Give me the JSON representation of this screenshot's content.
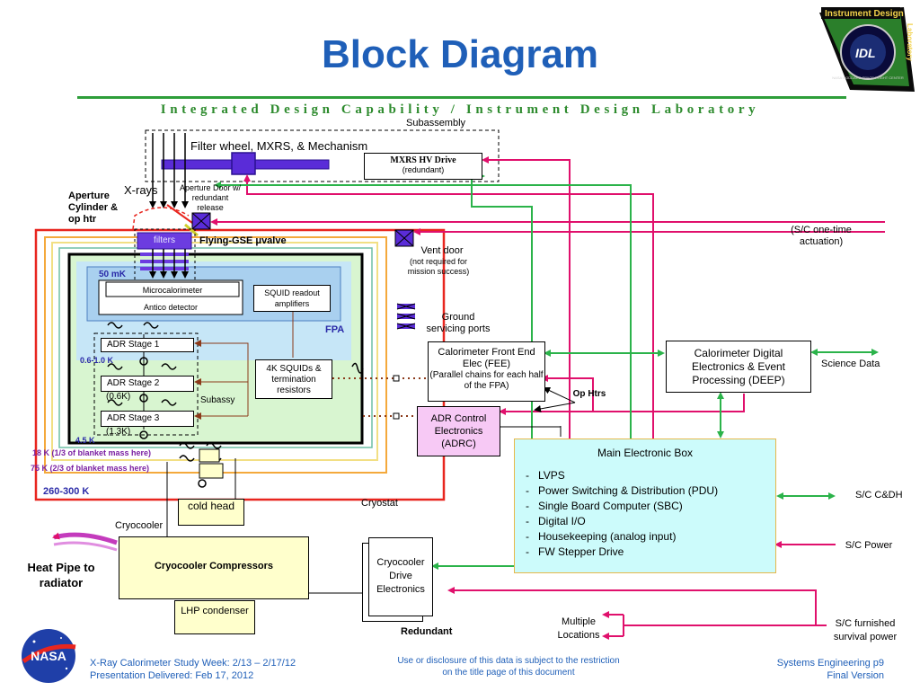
{
  "header": {
    "title": "Block Diagram",
    "subtitle": "Integrated Design Capability / Instrument Design Laboratory",
    "idl_logo": {
      "top": "Instrument Design",
      "right": "Laboratory",
      "center": "IDL",
      "ring": "NASA GODDARD SPACE FLIGHT CENTER"
    },
    "nasa_logo": "NASA"
  },
  "diagram": {
    "subassembly": "Subassembly",
    "filter_wheel": "Filter wheel, MXRS, & Mechanism",
    "mxrs_hv_title": "MXRS HV Drive",
    "mxrs_hv_sub": "(redundant)",
    "xrays": "X-rays",
    "aperture_door": "Aperture Door w/ redundant release",
    "aperture_cylinder": "Aperture Cylinder & op htr",
    "filters": "filters",
    "flying_gse": "Flying-GSE μvalve",
    "vent_door": "Vent door",
    "vent_door_note": "(not required for mission success)",
    "sc_one_time": "(S/C one-time actuation)",
    "stage_50mk": "50 mK",
    "microcalorimeter": "Microcalorimeter",
    "antico": "Antico detector",
    "squid_readout": "SQUID readout amplifiers",
    "fpa": "FPA",
    "ground_ports": "Ground servicing ports",
    "adr1": "ADR Stage 1",
    "range_06_10": "0.6-1.0 K",
    "adr2": "ADR Stage 2",
    "adr2_temp": "(0.6K)",
    "adr3": "ADR Stage 3",
    "adr3_temp": "(1.3K)",
    "subassy": "Subassy",
    "squids_4k": "4K SQUIDs & termination resistors",
    "stage_45k": "4.5 K",
    "stage_18k": "18 K (1/3 of blanket mass here)",
    "stage_75k": "75 K (2/3 of blanket mass here)",
    "stage_260_300k": "260-300 K",
    "cold_head": "cold head",
    "cryostat": "Cryostat",
    "cryocooler": "Cryocooler",
    "heat_pipe": "Heat Pipe to radiator",
    "cryo_compressors": "Cryocooler Compressors",
    "lhp_condenser": "LHP condenser",
    "fee": "Calorimeter Front End Elec (FEE)",
    "fee_note": "(Parallel chains for each half of the FPA)",
    "op_htrs": "Op Htrs",
    "adrc": "ADR Control Electronics (ADRC)",
    "deep": "Calorimeter Digital Electronics & Event Processing (DEEP)",
    "science_data": "Science Data",
    "meb_title": "Main Electronic Box",
    "meb_items": [
      "LVPS",
      "Power Switching & Distribution (PDU)",
      "Single Board Computer (SBC)",
      "Digital I/O",
      "Housekeeping (analog input)",
      "FW Stepper Drive"
    ],
    "sc_cdh": "S/C C&DH",
    "sc_power": "S/C Power",
    "cde": "Cryocooler Drive Electronics",
    "redundant": "Redundant",
    "multiple_locations": "Multiple Locations",
    "sc_survival": "S/C furnished survival power"
  },
  "footer": {
    "left1": "X-Ray Calorimeter Study Week:  2/13 – 2/17/12",
    "left2": "Presentation Delivered: Feb 17, 2012",
    "mid": "Use or disclosure of this data is subject to the restriction on the title page of this document",
    "right1": "Systems Engineering p9",
    "right2": "Final Version"
  },
  "colors": {
    "title": "#1f5fb8",
    "subtitle": "#2e8b2e",
    "power_line": "#e0106c",
    "data_line": "#2bb34a",
    "warm_border": "#e8261f",
    "stage_75k": "#f4a93c",
    "stage_18k": "#f2df84",
    "meb_fill": "#ccfbfb",
    "cryo_fill": "#ffffcc",
    "adrc_fill": "#f7c9f5"
  }
}
